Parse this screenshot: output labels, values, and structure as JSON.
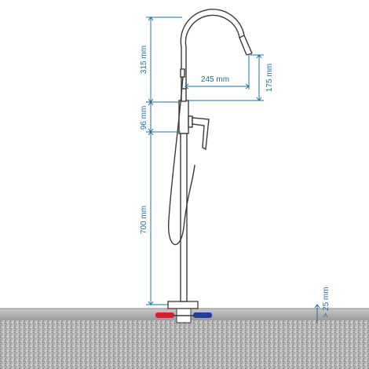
{
  "dimensions": {
    "spout_height": "315 mm",
    "reach": "245 mm",
    "spout_drop": "175 mm",
    "mixer_section": "96 mm",
    "column_height": "700 mm",
    "floor_depth": "> 25 mm"
  },
  "colors": {
    "dimension": "#1f6f9f",
    "outline": "#3a3a3a",
    "hot_pipe": "#d0202a",
    "cold_pipe": "#1e3f9c",
    "floor_top": "#9a9a9a"
  }
}
